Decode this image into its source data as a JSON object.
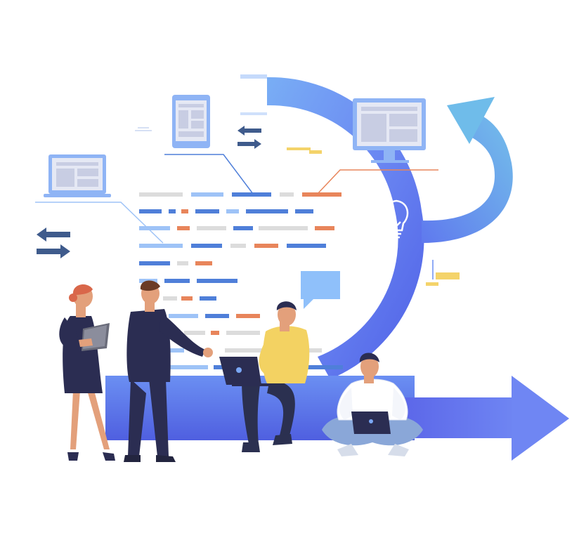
{
  "illustration": {
    "subject": "agile-development-team",
    "text_items": [],
    "colors": {
      "sprint_blue": "#5b6ff0",
      "sprint_blue_light": "#7aa7f5",
      "return_arrow": "#6cb4ec",
      "code_blue": "#4f7fd9",
      "code_light_blue": "#9ec3f7",
      "code_orange": "#e8855b",
      "code_gray": "#dcdcdc",
      "accent_yellow": "#f4d36a",
      "suit_navy": "#2b2d52",
      "sweater_yellow": "#f3d262",
      "hair_red": "#d9674a",
      "skin": "#e3a07b"
    },
    "icons": [
      "laptop-icon",
      "tablet-icon",
      "monitor-icon",
      "lightbulb-icon",
      "swap-arrows-icon",
      "speech-bubble-icon"
    ],
    "people": [
      "woman-with-tablet",
      "man-pointing",
      "man-on-laptop",
      "man-sitting-cross-legged"
    ]
  }
}
